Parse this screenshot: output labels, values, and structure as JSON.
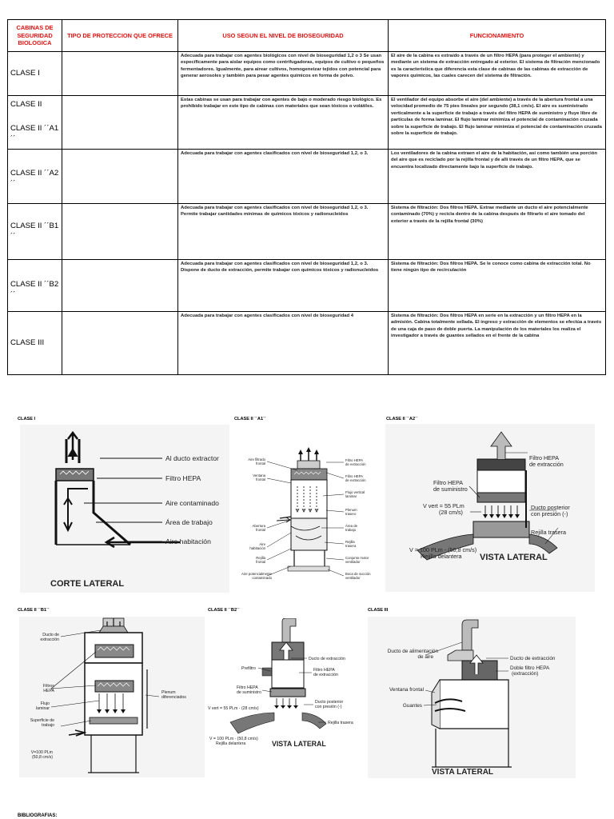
{
  "table": {
    "headers": [
      "CABINAS DE SEGURIDAD BIOLOGICA",
      "TIPO DE PROTECCION QUE OFRECE",
      "USO SEGUN EL NIVEL DE BIOSEGURIDAD",
      "FUNCIONAMIENTO"
    ],
    "rows": [
      {
        "clase": "CLASE I",
        "clase2": "",
        "tipo": "",
        "uso": "Adecuada para trabajar con agentes biológicos con nivel de bioseguridad 1,2 o 3 Se usan específicamente para aislar equipos como centrifugadoras, equipos de cultivo o pequeños fermentadores. Igualmente, para airear cultivos, homogeneizar tejidos con potencial para generar aerosoles y también para pesar agentes químicos en forma de polvo.",
        "func": "El aire de la cabina es extraído a través de un filtro HEPA (para proteger el ambiente) y mediante un sistema de extracción entregado al exterior. El sistema de filtración mencionado es la característica que diferencia esta clase de cabinas de las cabinas de extracción de vapores químicos, las cuales carecen del sistema de filtración."
      },
      {
        "clase": "CLASE II",
        "clase2": "CLASE II ´´A1´´",
        "tipo": "",
        "uso": "Estas cabinas se usan para trabajar con agentes de bajo o moderado riesgo biológico.    Es prohibido trabajar en este tipo de cabinas con materiales que sean tóxicos o volátiles.",
        "func": "El ventilador del equipo absorbe el aire (del ambiente) a través de la abertura frontal a una velocidad promedio de 75 pies lineales por segundo (38,1 cm/s).   El aire es suministrado verticalmente a la superficie de trabajo a través del filtro HEPA de suministro y fluye libre de partículas de forma laminar. El flujo laminar minimiza el potencial de contaminación cruzada sobre la superficie de trabajo. El flujo laminar minimiza el potencial de contaminación cruzada sobre la superficie de trabajo."
      },
      {
        "clase": "CLASE II ´´A2´´",
        "clase2": "",
        "tipo": "",
        "uso": "Adecuada para trabajar con agentes clasificados con nivel de bioseguridad 1,2, o 3.",
        "func": "Los ventiladores de la cabina extraen el aire de la habitación, así como también una porción del aire que es reciclado por la rejilla frontal y de allí través de un filtro HEPA, que se encuentra localizado directamente bajo la superficie de trabajo."
      },
      {
        "clase": "CLASE II ´´B1´´",
        "clase2": "",
        "tipo": "",
        "uso": "Adecuada para trabajar con agentes clasificados con nivel de bioseguridad 1,2, o 3. Permite trabajar cantidades mínimas de químicos tóxicos y radionucleidos",
        "func": "Sistema de filtración: Dos filtros HEPA. Extrae mediante un ducto el aire potencialmente contaminado (70%) y recicla dentro de la cabina después de filtrarlo el aire tomado del exterior a través de la rejilla frontal (30%)"
      },
      {
        "clase": "CLASE II ´´B2´´",
        "clase2": "",
        "tipo": "",
        "uso": "Adecuada para trabajar con agentes clasificados con nivel de bioseguridad 1,2, o 3. Dispone de ducto de extracción, permite trabajar con químicos tóxicos y radionucleidos",
        "func": "Sistema de filtración: Dos filtros HEPA. Se le conoce como cabina de extracción total. No tiene ningún tipo de recirculación"
      },
      {
        "clase": "CLASE III",
        "clase2": "",
        "tipo": "",
        "uso": "Adecuada para trabajar con agentes clasificados con nivel de bioseguridad 4",
        "func": "Sistema de filtración: Dos filtros HEPA en serie en la extracción y un filtro HEPA en la admisión. Cabina totalmente sellada. El ingreso y extracción de elementos se efectúa a través de una caja de paso de doble puerta. La manipulación de los materiales los realiza el investigador a través de guantes sellados en el frente de la cabina"
      }
    ]
  },
  "captions": {
    "c1": "CLASE I",
    "c2": "CLASE II ´´A1´´",
    "c3": "CLASE II ´´A2´´",
    "c4": "CLASE II ´´B1´´",
    "c5": "CLASE II ´´B2´´",
    "c6": "CLASE III"
  },
  "fig1": {
    "l1": "Al ducto extractor",
    "l2": "Filtro HEPA",
    "l3": "Aire contaminado",
    "l4": "Área de trabajo",
    "l5": "Aire habitación",
    "title": "CORTE LATERAL"
  },
  "fig2": {
    "l1": "Aire filtrado",
    "l1b": "frontal",
    "l2": "Ventana",
    "l2b": "frontal",
    "l3": "Abertura",
    "l3b": "frontal",
    "l4": "Aire",
    "l4b": "habitación",
    "l5": "Rejilla",
    "l5b": "frontal",
    "l6": "Aire potencialmente",
    "l6b": "contaminado",
    "r1": "Filtro HEPA",
    "r1b": "de extracción",
    "r2": "Filtro HEPA",
    "r2b": "de extracción",
    "r3": "Flujo vertical",
    "r3b": "laminar",
    "r4": "Plenum",
    "r4b": "trasero",
    "r5": "Área de",
    "r5b": "trabajo",
    "r6": "Rejilla",
    "r6b": "trasera",
    "r7": "Conjunto motor",
    "r7b": "ventilador",
    "r8": "Boca de succión",
    "r8b": "ventilador"
  },
  "fig3": {
    "l1": "Filtro HEPA",
    "l1b": "de extracción",
    "l2": "Filtro HEPA",
    "l2b": "de suministro",
    "l3": "V vert = 55 PLm",
    "l3b": "(28 cm/s)",
    "l4": "Ducto posterior",
    "l4b": "con presión (-)",
    "l5": "Rejilla trasera",
    "l6": "V = 100 PLm - (50,8 cm/s)",
    "l6b": "Rejilla delantera",
    "title": "VISTA LATERAL"
  },
  "fig4": {
    "l1": "Ducto de",
    "l1b": "extracción",
    "l2": "Filtros",
    "l2b": "HEPA",
    "l3": "Flujo",
    "l3b": "laminar",
    "l4": "Superficie de",
    "l4b": "trabajo",
    "l5": "V=100 PLm",
    "l5b": "(50,8 cm/s)",
    "l6": "Plenum",
    "l6b": "diferenciados"
  },
  "fig5": {
    "l1": "Ducto de extracción",
    "l2": "Prefiltro",
    "l3": "Filtro HEPA",
    "l3b": "de extracción",
    "l4": "Filtro HEPA",
    "l4b": "de suministro",
    "l5": "V vert = 55 PLm - (28 cm/s)",
    "l6": "Ducto posterior",
    "l6b": "con presión (-)",
    "l7": "Rejilla trasera",
    "l8": "V = 100 PLm - (50,8 cm/s)",
    "l8b": "Rejilla delantera",
    "title": "VISTA LATERAL"
  },
  "fig6": {
    "l1": "Ducto de alimentación",
    "l1b": "de aire",
    "l2": "Ducto de extracción",
    "l3": "Doble filtro HEPA",
    "l3b": "(extracción)",
    "l4": "Ventana frontal",
    "l5": "Guantes",
    "title": "VISTA LATERAL"
  },
  "bibliography": "BIBLIOGRAFIAS:"
}
